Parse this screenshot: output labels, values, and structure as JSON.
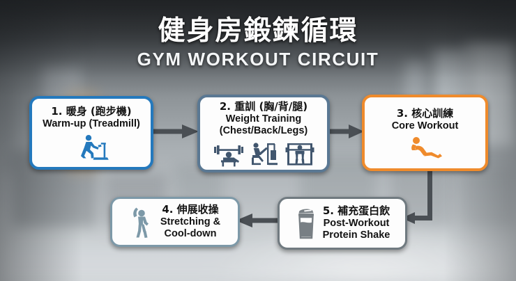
{
  "title": {
    "zh": "健身房鍛鍊循環",
    "en": "GYM WORKOUT CIRCUIT"
  },
  "colors": {
    "step1_border": "#2479bd",
    "step2_border": "#5a7893",
    "step3_border": "#ef8b2c",
    "step4_border": "#7d99a8",
    "step5_border": "#707a80",
    "arrow": "#4a4f54",
    "icon_blue": "#2479bd",
    "icon_slate": "#41566e",
    "icon_orange": "#ef8b2c",
    "icon_bluegray": "#7d99a8",
    "icon_gray": "#787f84"
  },
  "steps": [
    {
      "number": "1.",
      "zh": "1. 暖身 (跑步機)",
      "en": "Warm-up (Treadmill)",
      "icon": "treadmill-runner-icon",
      "layout": "stacked"
    },
    {
      "number": "2.",
      "zh": "2. 重訓 (胸/背/腿)",
      "en_line1": "Weight Training",
      "en_line2": "(Chest/Back/Legs)",
      "icons": [
        "bench-press-icon",
        "cable-row-machine-icon",
        "squat-rack-icon"
      ],
      "layout": "stacked"
    },
    {
      "number": "3.",
      "zh": "3. 核心訓練",
      "en": "Core Workout",
      "icon": "sit-up-icon",
      "layout": "stacked"
    },
    {
      "number": "4.",
      "zh": "4. 伸展收操",
      "en_line1": "Stretching &",
      "en_line2": "Cool-down",
      "icon": "stretching-figure-icon",
      "layout": "icon-left"
    },
    {
      "number": "5.",
      "zh": "5. 補充蛋白飲",
      "en_line1": "Post-Workout",
      "en_line2": "Protein Shake",
      "icon": "protein-shaker-icon",
      "layout": "icon-left"
    }
  ],
  "arrows": [
    {
      "name": "arrow-step1-to-step2",
      "direction": "right"
    },
    {
      "name": "arrow-step2-to-step3",
      "direction": "right"
    },
    {
      "name": "arrow-step3-to-step5",
      "direction": "down-then-left"
    },
    {
      "name": "arrow-step5-to-step4",
      "direction": "left"
    }
  ]
}
